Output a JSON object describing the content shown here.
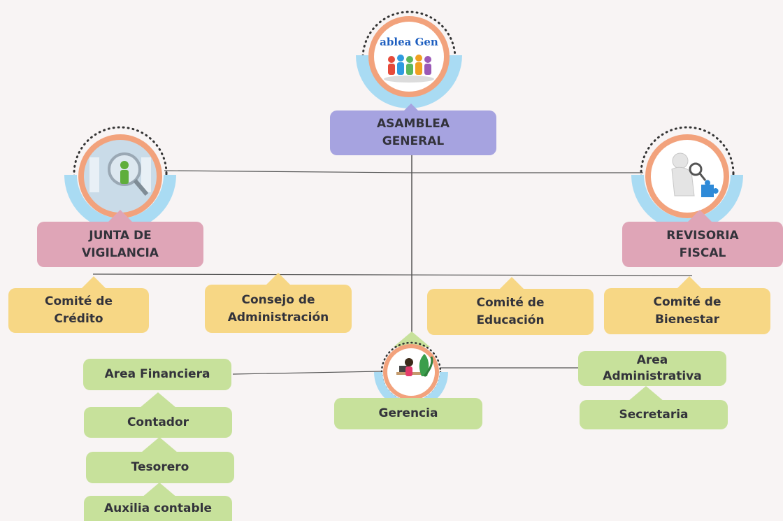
{
  "colors": {
    "background": "#f8f4f4",
    "purple": "#a6a3e0",
    "pink": "#dfa5b7",
    "yellow": "#f7d785",
    "green": "#c7e19b",
    "orange_ring": "#f2a27c",
    "blue_arc": "#a9dbf3",
    "line": "#555555"
  },
  "nodes": {
    "asamblea": {
      "line1": "ASAMBLEA",
      "line2": "GENERAL",
      "icon_text": "ablea Gen"
    },
    "junta": {
      "line1": "JUNTA DE",
      "line2": "VIGILANCIA"
    },
    "revisoria": {
      "line1": "REVISORIA",
      "line2": "FISCAL"
    },
    "comite_credito": {
      "line1": "Comité de",
      "line2": "Crédito"
    },
    "consejo": {
      "line1": "Consejo de",
      "line2": "Administración"
    },
    "comite_educacion": {
      "line1": "Comité de",
      "line2": "Educación"
    },
    "comite_bienestar": {
      "line1": "Comité de",
      "line2": "Bienestar"
    },
    "area_financiera": {
      "label": "Area Financiera"
    },
    "contador": {
      "label": "Contador"
    },
    "tesorero": {
      "label": "Tesorero"
    },
    "auxiliar": {
      "label": "Auxilia contable"
    },
    "gerencia": {
      "label": "Gerencia"
    },
    "area_admin": {
      "line1": "Area",
      "line2": "Administrativa"
    },
    "secretaria": {
      "label": "Secretaria"
    }
  },
  "icons": {
    "asamblea": "assembly-people-icon",
    "junta": "magnifier-person-icon",
    "revisoria": "inspector-puzzle-icon",
    "gerencia": "manager-desk-icon"
  }
}
